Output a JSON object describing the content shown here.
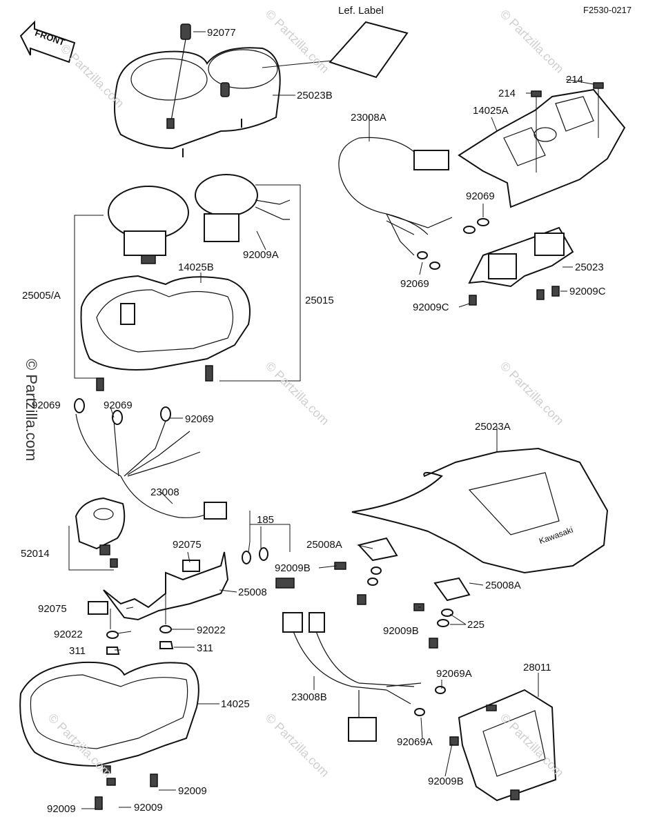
{
  "figure_code": "F2530-0217",
  "front_badge": "FRONT",
  "brand_text": "Kawasaki",
  "watermark": "© Partzilla.com",
  "labels": {
    "lef_label": "Lef. Label",
    "p92077": "92077",
    "p25023B": "25023B",
    "p23008A": "23008A",
    "p214a": "214",
    "p214b": "214",
    "p14025A": "14025A",
    "p92069_a": "92069",
    "p92069_b": "92069",
    "p25023": "25023",
    "p92009C_a": "92009C",
    "p92009C_b": "92009C",
    "p25005A": "25005/A",
    "p14025B": "14025B",
    "p92009A": "92009A",
    "p25015": "25015",
    "p92069_c": "92069",
    "p92069_d": "92069",
    "p92069_e": "92069",
    "p23008": "23008",
    "p25023A": "25023A",
    "p52014": "52014",
    "p92075_a": "92075",
    "p185": "185",
    "p25008A_a": "25008A",
    "p92009B_a": "92009B",
    "p25008": "25008",
    "p25008A_b": "25008A",
    "p92075_b": "92075",
    "p92022_a": "92022",
    "p92022_b": "92022",
    "p311_a": "311",
    "p311_b": "311",
    "p92009B_b": "92009B",
    "p225": "225",
    "p28011": "28011",
    "p92069A_a": "92069A",
    "p23008B": "23008B",
    "p14025": "14025",
    "p92069A_b": "92069A",
    "p92009_a": "92009",
    "p92009_b": "92009",
    "p92009_c": "92009",
    "p92009B_c": "92009B"
  }
}
